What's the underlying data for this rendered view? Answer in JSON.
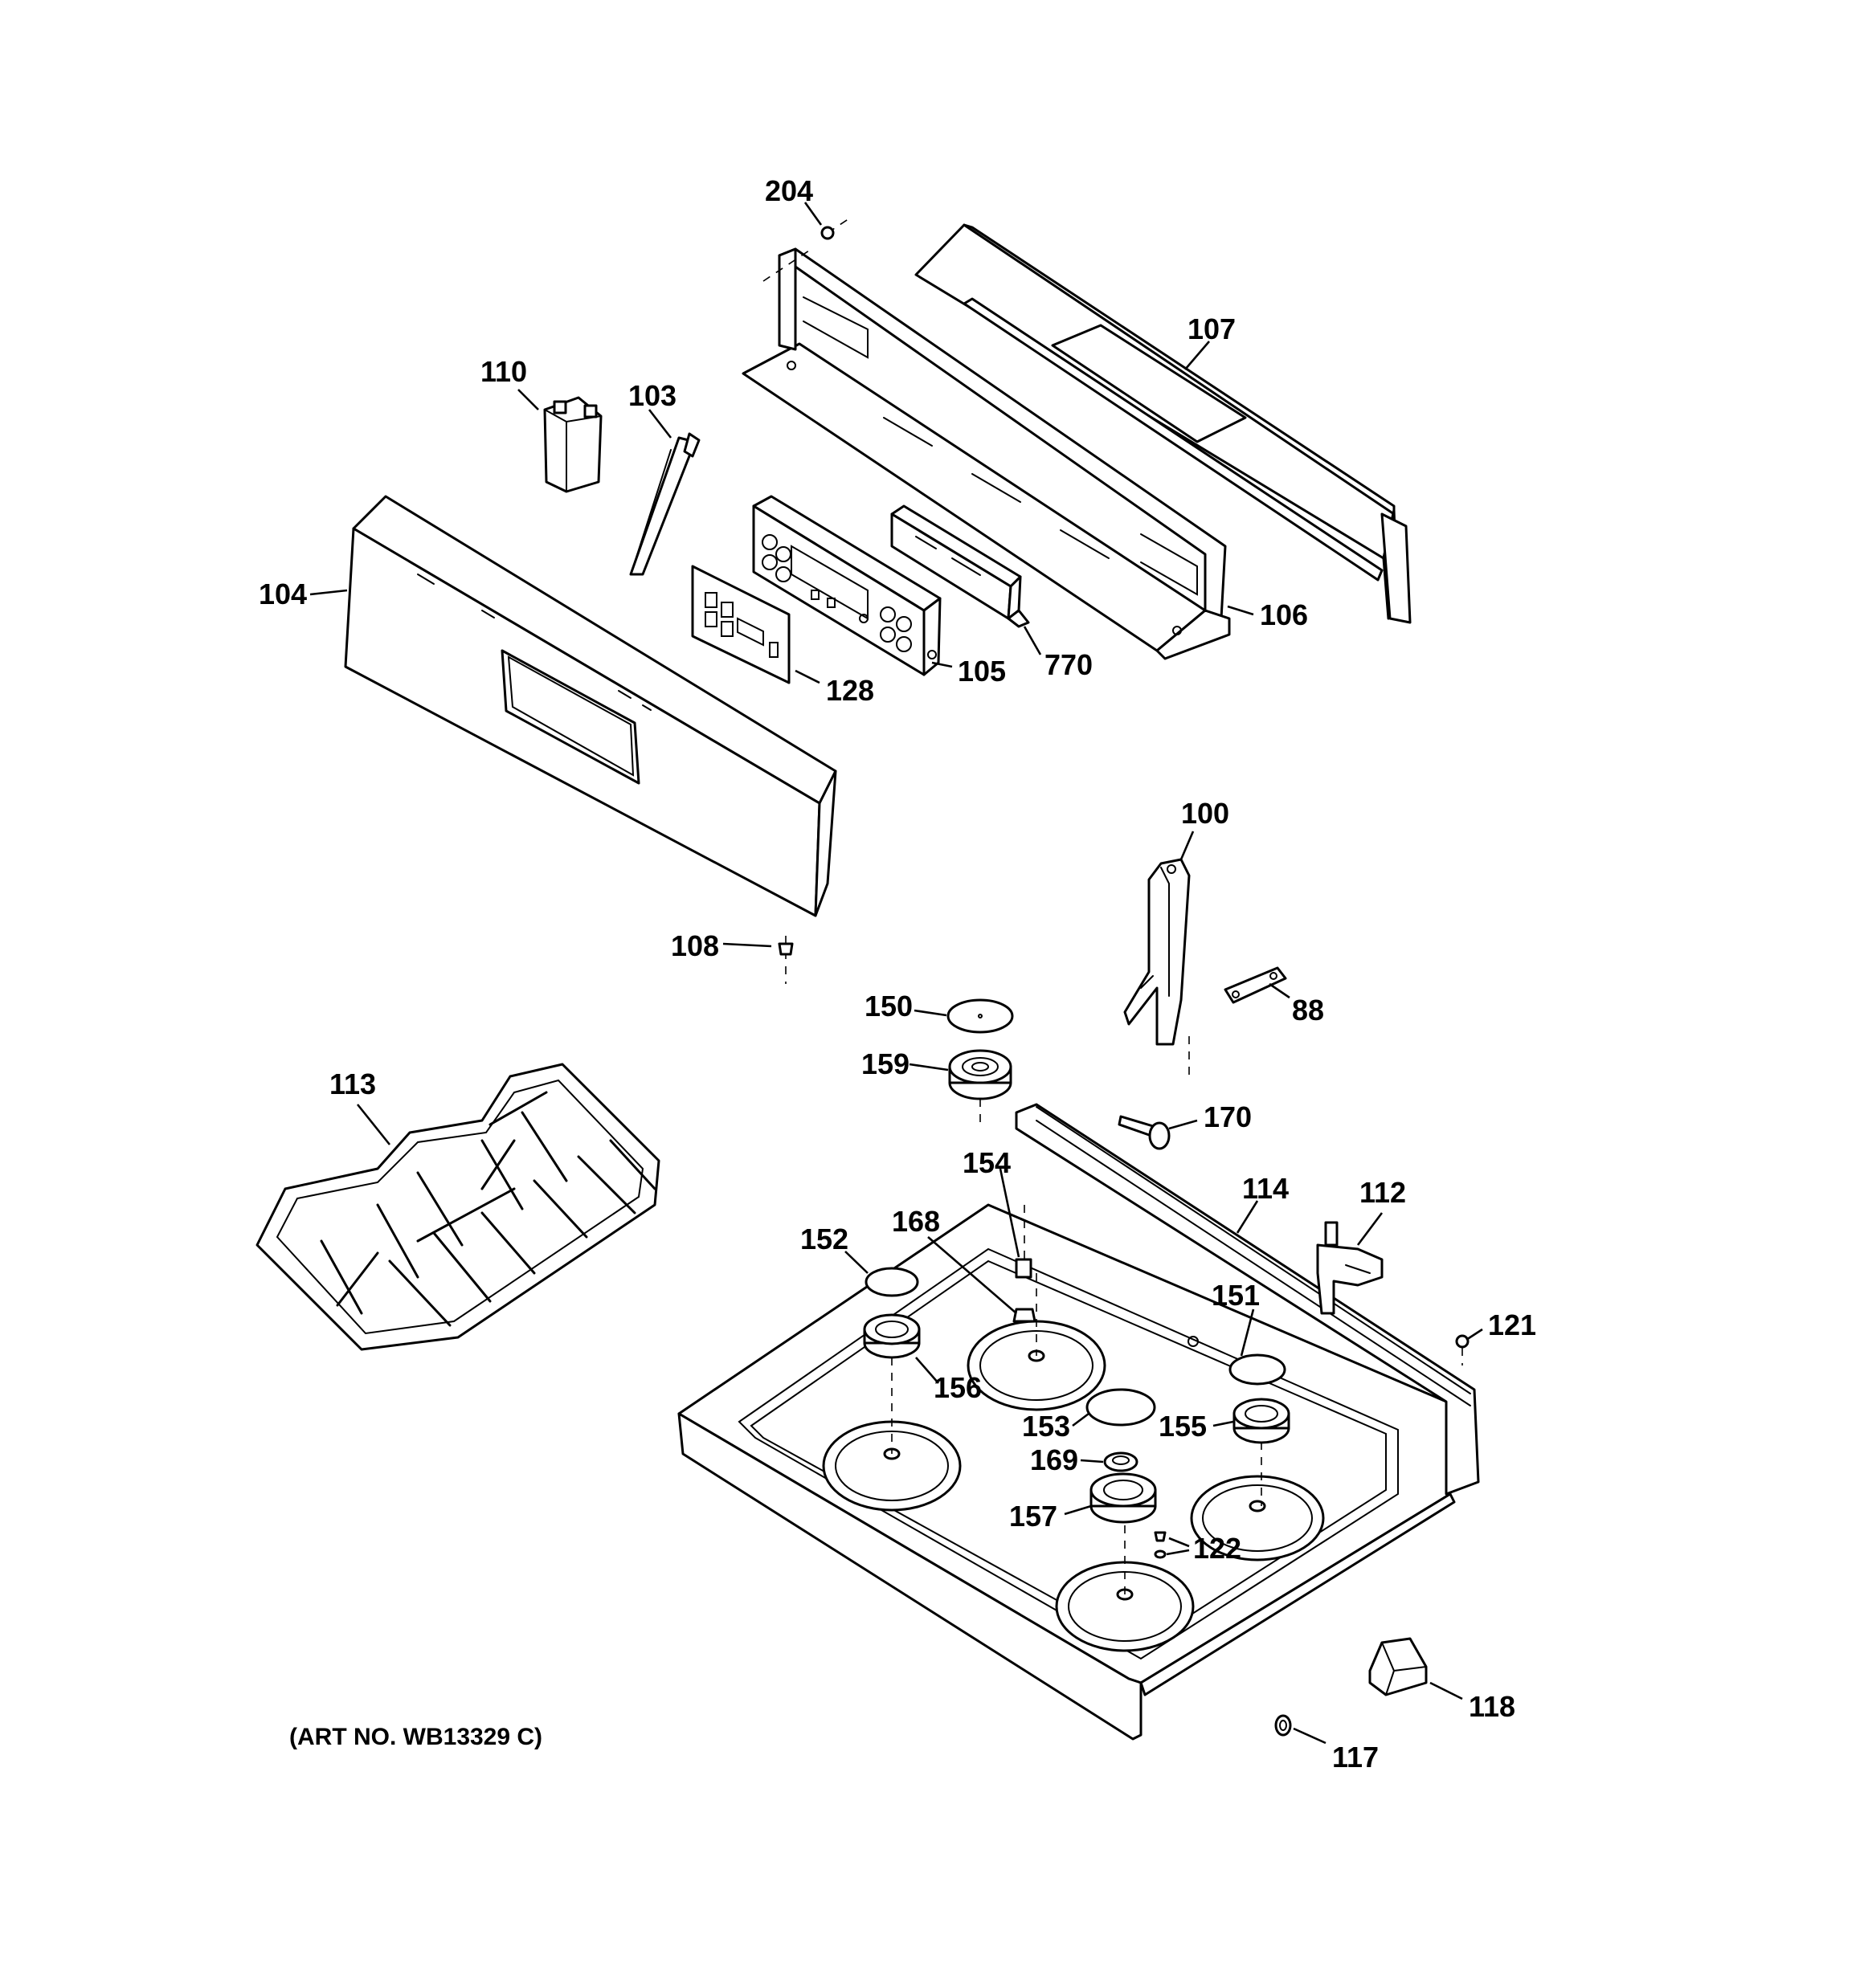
{
  "diagram": {
    "art_number": "(ART NO. WB13329 C)",
    "parts": [
      {
        "id": "p204",
        "label": "204"
      },
      {
        "id": "p107",
        "label": "107"
      },
      {
        "id": "p110",
        "label": "110"
      },
      {
        "id": "p103",
        "label": "103"
      },
      {
        "id": "p104",
        "label": "104"
      },
      {
        "id": "p106",
        "label": "106"
      },
      {
        "id": "p105",
        "label": "105"
      },
      {
        "id": "p770",
        "label": "770"
      },
      {
        "id": "p128",
        "label": "128"
      },
      {
        "id": "p100",
        "label": "100"
      },
      {
        "id": "p108",
        "label": "108"
      },
      {
        "id": "p88",
        "label": "88"
      },
      {
        "id": "p150",
        "label": "150"
      },
      {
        "id": "p159",
        "label": "159"
      },
      {
        "id": "p113",
        "label": "113"
      },
      {
        "id": "p170",
        "label": "170"
      },
      {
        "id": "p154",
        "label": "154"
      },
      {
        "id": "p114",
        "label": "114"
      },
      {
        "id": "p112",
        "label": "112"
      },
      {
        "id": "p168",
        "label": "168"
      },
      {
        "id": "p152",
        "label": "152"
      },
      {
        "id": "p151",
        "label": "151"
      },
      {
        "id": "p121",
        "label": "121"
      },
      {
        "id": "p156",
        "label": "156"
      },
      {
        "id": "p153",
        "label": "153"
      },
      {
        "id": "p155",
        "label": "155"
      },
      {
        "id": "p169",
        "label": "169"
      },
      {
        "id": "p157",
        "label": "157"
      },
      {
        "id": "p122",
        "label": "122"
      },
      {
        "id": "p118",
        "label": "118"
      },
      {
        "id": "p117",
        "label": "117"
      }
    ]
  }
}
